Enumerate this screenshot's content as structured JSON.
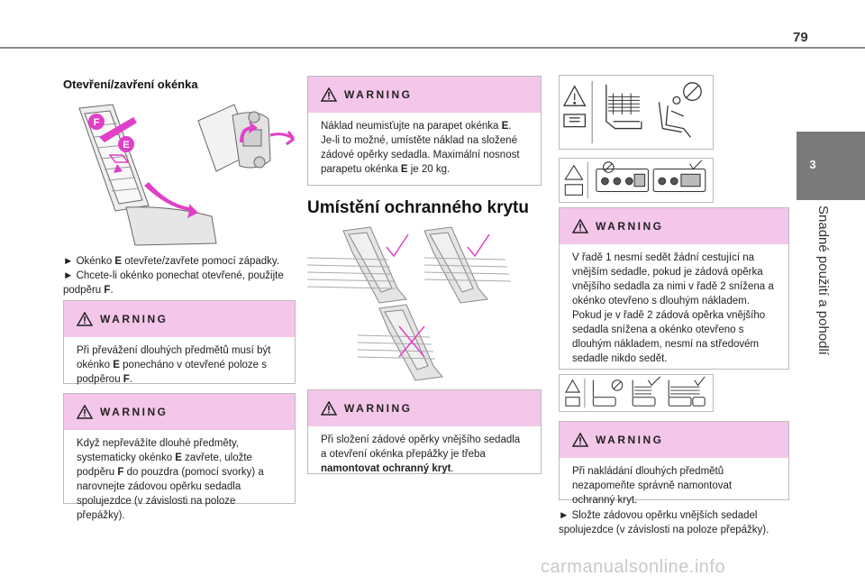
{
  "page": {
    "number": "79",
    "chapter_number": "3",
    "chapter_title": "Snadné použití a pohodlí"
  },
  "col1": {
    "heading": "Otevření/zavření okénka",
    "figure_labels": {
      "f": "F",
      "e": "E"
    },
    "bullet1": [
      "►  Okénko ",
      "E",
      " otevřete/zavřete pomocí západky."
    ],
    "bullet2": [
      "►  Chcete-li okénko ponechat otevřené, použijte podpěru ",
      "F",
      "."
    ],
    "warn1": {
      "title": "WARNING",
      "body": [
        "Při převážení dlouhých předmětů musí být okénko ",
        "E",
        " ponecháno v otevřené poloze s podpěrou ",
        "F",
        "."
      ]
    },
    "warn2": {
      "title": "WARNING",
      "body": [
        "Když nepřevážíte dlouhé předměty, systematicky okénko ",
        "E",
        " zavřete, uložte podpěru ",
        "F",
        " do pouzdra (pomocí svorky) a narovnejte zádovou opěrku sedadla spolujezdce (v závislosti na poloze přepážky)."
      ]
    }
  },
  "col2": {
    "warn1": {
      "title": "WARNING",
      "body": [
        "Náklad neumisťujte na parapet okénka ",
        "E",
        ". Je-li to možné, umístěte náklad na složené zádové opěrky sedadla. Maximální nosnost parapetu okénka ",
        "E",
        " je 20 kg."
      ]
    },
    "heading": "Umístění ochranného krytu",
    "warn2": {
      "title": "WARNING",
      "body": [
        "Při složení zádové opěrky vnějšího sedadla a otevření okénka přepážky je třeba ",
        "namontovat ochranný kryt",
        "."
      ]
    }
  },
  "col3": {
    "warn1": {
      "title": "WARNING",
      "body": "V řadě 1 nesmí sedět žádní cestující na vnějším sedadle, pokud je zádová opěrka vnějšího sedadla za nimi v řadě 2 snížena a okénko otevřeno s dlouhým nákladem. Pokud je v řadě 2 zádová opěrka vnějšího sedadla snížena a okénko otevřeno s dlouhým nákladem, nesmí na středovém sedadle nikdo sedět."
    },
    "warn2": {
      "title": "WARNING",
      "body": "Při nakládání dlouhých předmětů nezapomeňte správně namontovat ochranný kryt."
    },
    "bullet": "►  Složte zádovou opěrku vnějších sedadel spolujezdce (v závislosti na poloze přepážky)."
  },
  "watermark": "carmanualsonline.info",
  "colors": {
    "warning_header": "#f4c6ea",
    "accent_magenta": "#e040c8",
    "tab_gray": "#7a7a7a"
  }
}
